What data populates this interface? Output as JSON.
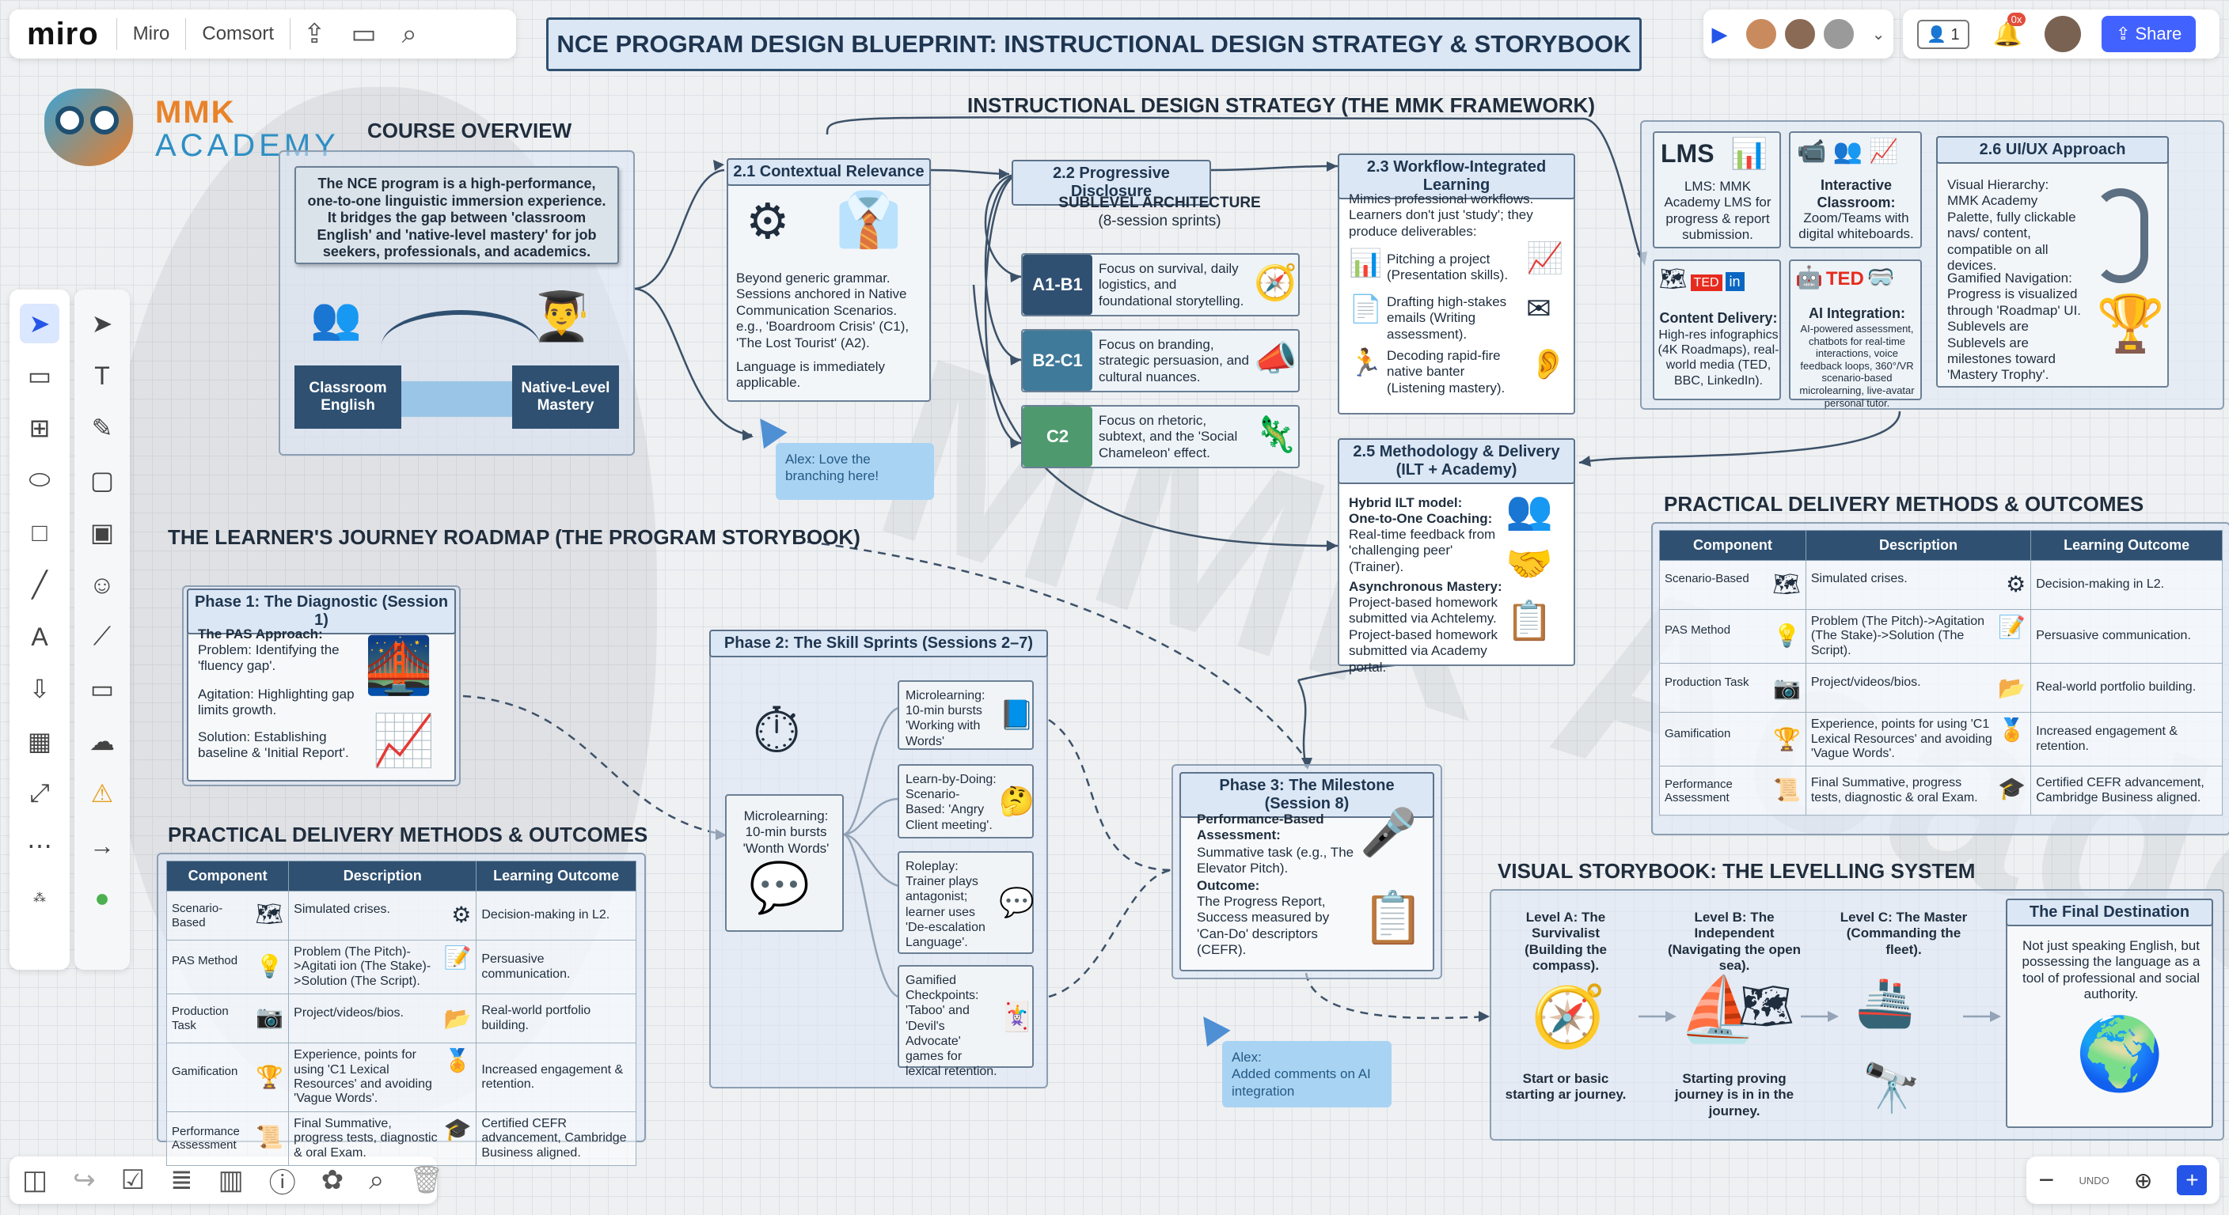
{
  "app": {
    "logo": "miro",
    "board_name": "Miro",
    "org": "Comsort",
    "share_label": "Share",
    "members_count": "1",
    "notif_badge": "0x",
    "zoom_undo_label": "UNDO"
  },
  "board_title": "NCE PROGRAM DESIGN BLUEPRINT: INSTRUCTIONAL DESIGN STRATEGY & STORYBOOK",
  "brand": {
    "line1": "MMK",
    "line2": "ACADEMY",
    "color": "#e8832a",
    "color2": "#2e8fc4"
  },
  "watermark": "MMK Academy",
  "course": {
    "title": "COURSE OVERVIEW",
    "text": "The NCE program is a high-performance, one-to-one linguistic immersion experience. It bridges the gap between 'classroom English' and 'native-level mastery' for job seekers, professionals, and academics.",
    "left_label": "Classroom English",
    "right_label": "Native-Level Mastery"
  },
  "strategy": {
    "title": "INSTRUCTIONAL DESIGN STRATEGY (THE MMK FRAMEWORK)",
    "s21": {
      "title": "2.1 Contextual Relevance",
      "text": "Beyond generic grammar. Sessions anchored in Native Communication Scenarios. e.g., 'Boardroom Crisis' (C1), 'The Lost Tourist' (A2).",
      "text2": "Language is immediately applicable."
    },
    "s22": {
      "title": "2.2 Progressive Disclosure",
      "sub": "SUBLEVEL ARCHITECTURE",
      "sub2": "(8-session sprints)",
      "levels": [
        {
          "label": "A1-B1",
          "text": "Focus on survival, daily logistics, and foundational storytelling.",
          "color": "#2f5071"
        },
        {
          "label": "B2-C1",
          "text": "Focus on branding, strategic persuasion, and cultural nuances.",
          "color": "#3f7a9a"
        },
        {
          "label": "C2",
          "text": "Focus on rhetoric, subtext, and the 'Social Chameleon' effect.",
          "color": "#4e9a6e"
        }
      ]
    },
    "s23": {
      "title": "2.3 Workflow-Integrated Learning",
      "text": "Mimics professional workflows. Learners don't just 'study'; they produce deliverables:",
      "items": [
        "Pitching a project (Presentation skills).",
        "Drafting high-stakes emails (Writing assessment).",
        "Decoding rapid-fire native banter (Listening mastery)."
      ]
    },
    "s24": {
      "lms": "LMS",
      "lms_text": "LMS: MMK Academy LMS for progress & report submission.",
      "ic_title": "Interactive Classroom:",
      "ic_text": "Zoom/Teams with digital whiteboards.",
      "cd_title": "Content Delivery:",
      "cd_text": "High-res infographics (4K Roadmaps), real-world media (TED, BBC, LinkedIn).",
      "ai_title": "AI Integration:",
      "ai_text": "AI-powered assessment, chatbots for real-time interactions, voice feedback loops, 360°/VR scenario-based microlearning, live-avatar personal tutor."
    },
    "s26": {
      "title": "2.6 UI/UX Approach",
      "text1": "Visual Hierarchy: MMK Academy Palette, fully clickable navs/ content, compatible on all devices.",
      "text2": "Gamified Navigation: Progress is visualized through 'Roadmap' UI. Sublevels are Sublevels are milestones toward 'Mastery Trophy'."
    },
    "s25": {
      "title": "2.5 Methodology & Delivery (ILT + Academy)",
      "p1": "Hybrid ILT model:",
      "p2": "One-to-One Coaching:",
      "p3": "Real-time feedback from 'challenging peer' (Trainer).",
      "p4": "Asynchronous Mastery:",
      "p5": "Project-based homework submitted via Achtelemy. Project-based homework submitted via Academy portal."
    }
  },
  "comment1": "Alex: Love the branching here!",
  "comment2": "Alex:\nAdded comments on AI integration",
  "journey": {
    "title": "THE LEARNER'S JOURNEY ROADMAP (THE PROGRAM STORYBOOK)",
    "phase1": {
      "title": "Phase 1: The Diagnostic (Session 1)",
      "p1": "The PAS Approach:",
      "p2": "Problem: Identifying the 'fluency gap'.",
      "p3": "Agitation: Highlighting gap limits growth.",
      "p4": "Solution: Establishing baseline & 'Initial Report'."
    },
    "phase2": {
      "title": "Phase 2: The Skill Sprints (Sessions 2–7)",
      "center": "Microlearning: 10-min bursts 'Wonth Words'",
      "items": [
        "Microlearning: 10-min bursts 'Working with Words'",
        "Learn-by-Doing: Scenario-Based: 'Angry Client meeting'.",
        "Roleplay: Trainer plays antagonist; learner uses 'De-escalation Language'.",
        "Gamified Checkpoints: 'Taboo' and 'Devil's Advocate' games for lexical retention."
      ]
    },
    "phase3": {
      "title": "Phase 3: The Milestone (Session 8)",
      "p1": "Performance-Based Assessment:",
      "p2": "Summative task (e.g., The Elevator Pitch).",
      "p3": "Outcome:",
      "p4": "The Progress Report, Success measured by 'Can-Do' descriptors (CEFR)."
    }
  },
  "methods_left": {
    "title": "PRACTICAL DELIVERY METHODS & OUTCOMES",
    "headers": [
      "Component",
      "Description",
      "Learning Outcome"
    ],
    "rows": [
      [
        "Scenario-Based",
        "Simulated crises.",
        "Decision-making in L2."
      ],
      [
        "PAS Method",
        "Problem (The Pitch)->Agitati ion (The Stake)->Solution (The Script).",
        "Persuasive communication."
      ],
      [
        "Production Task",
        "Project/videos/bios.",
        "Real-world portfolio building."
      ],
      [
        "Gamification",
        "Experience, points for using 'C1 Lexical Resources' and avoiding 'Vague Words'.",
        "Increased engagement & retention."
      ],
      [
        "Performance Assessment",
        "Final Summative, progress tests, diagnostic & oral Exam.",
        "Certified CEFR advancement, Cambridge Business aligned."
      ]
    ]
  },
  "methods_right": {
    "title": "PRACTICAL DELIVERY METHODS & OUTCOMES",
    "headers": [
      "Component",
      "Description",
      "Learning Outcome"
    ],
    "rows": [
      [
        "Scenario-Based",
        "Simulated crises.",
        "Decision-making in L2."
      ],
      [
        "PAS Method",
        "Problem (The Pitch)->Agitation (The Stake)->Solution (The Script).",
        "Persuasive communication."
      ],
      [
        "Production Task",
        "Project/videos/bios.",
        "Real-world portfolio building."
      ],
      [
        "Gamification",
        "Experience, points for using 'C1 Lexical Resources' and avoiding 'Vague Words'.",
        "Increased engagement & retention."
      ],
      [
        "Performance Assessment",
        "Final Summative, progress tests, diagnostic & oral Exam.",
        "Certified CEFR advancement, Cambridge Business aligned."
      ]
    ]
  },
  "storybook": {
    "title": "VISUAL STORYBOOK: THE LEVELLING SYSTEM",
    "levels": [
      {
        "title": "Level A: The Survivalist (Building the compass).",
        "caption": "Start or basic starting ar journey."
      },
      {
        "title": "Level B: The Independent (Navigating the open sea).",
        "caption": "Starting proving journey is in in the journey."
      },
      {
        "title": "Level C: The Master (Commanding the fleet)."
      }
    ],
    "final": {
      "title": "The Final Destination",
      "text": "Not just speaking English, but possessing the language as a tool of professional and social authority."
    }
  }
}
